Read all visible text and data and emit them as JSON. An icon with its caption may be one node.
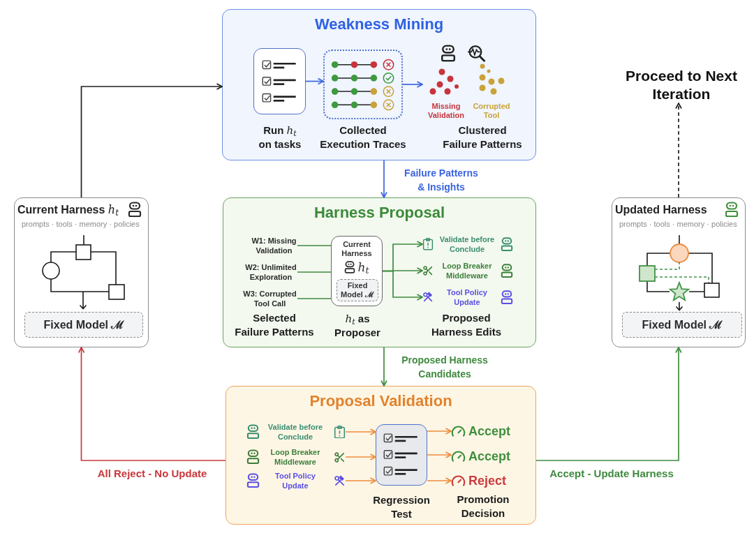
{
  "diagram": {
    "nodes": [
      {
        "text": [
          "Weakness Mining"
        ]
      },
      {
        "text": [],
        "shape": "box",
        "in": 0,
        "beside": [
          "Run *h*$_{t}$ on tasks"
        ]
      },
      {
        "text": [],
        "shape": "box",
        "in": 0,
        "beside": [
          "Collected Execution Traces"
        ]
      },
      {
        "text": [
          "Missing Validation",
          "Corrupted Tool"
        ],
        "in": 0,
        "beside": [
          "Clustered Failure Patterns"
        ]
      },
      {
        "text": [
          "Harness Proposal"
        ]
      },
      {
        "text": [
          "W1: Missing Validation"
        ],
        "in": 4
      },
      {
        "text": [
          "W2: Unlimited Exploration"
        ],
        "in": 4
      },
      {
        "text": [
          "W3: Corrupted Tool Call"
        ],
        "in": 4
      },
      {
        "text": [
          "Current Harness",
          "*h*$_{t}$"
        ],
        "in": 4,
        "beside": [
          "*h*$_{t}$ as Proposer"
        ]
      },
      {
        "text": [
          "Fixed Model ℳ"
        ],
        "in": 8
      },
      {
        "text": [
          "Validate before Conclude"
        ],
        "in": 4
      },
      {
        "text": [
          "Loop Breaker Middleware"
        ],
        "in": 4
      },
      {
        "text": [
          "Tool Policy Update"
        ],
        "in": 4
      },
      {
        "text": [
          "Proposal Validation"
        ]
      },
      {
        "text": [
          "Validate before Conclude"
        ],
        "in": 13
      },
      {
        "text": [
          "Loop Breaker Middleware"
        ],
        "in": 13
      },
      {
        "text": [
          "Tool Policy Update"
        ],
        "in": 13
      },
      {
        "text": [],
        "shape": "box",
        "in": 13,
        "beside": [
          "Regression Test"
        ]
      },
      {
        "text": [
          "Accept"
        ],
        "in": 13
      },
      {
        "text": [
          "Accept"
        ],
        "in": 13
      },
      {
        "text": [
          "Reject"
        ],
        "in": 13
      },
      {
        "text": [
          "Current Harness *h*$_{t}$",
          "prompts · tools · memory · policies"
        ]
      },
      {
        "text": [
          "Fixed Model ℳ"
        ],
        "in": 21
      },
      {
        "text": [
          "Updated Harness",
          "prompts · tools · memory · policies"
        ]
      },
      {
        "text": [
          "Fixed Model ℳ"
        ],
        "in": 23
      },
      {
        "text": [
          "Proceed to Next Iteration"
        ]
      }
    ],
    "edges": [
      {
        "from": 21,
        "to": 0,
        "arrow": "to",
        "color": "#1f1f1f"
      },
      {
        "from": 1,
        "to": 2,
        "arrow": "to",
        "color": "#3b64e0"
      },
      {
        "from": 2,
        "to": 3,
        "arrow": "to",
        "color": "#3b64e0"
      },
      {
        "from": 0,
        "to": 4,
        "arrow": "to",
        "label": "Failure Patterns & Insights",
        "color": "#3b64e0"
      },
      {
        "from": 5,
        "to": 8,
        "arrow": "none",
        "color": "#3f8a3f"
      },
      {
        "from": 6,
        "to": 8,
        "arrow": "none",
        "color": "#3f8a3f"
      },
      {
        "from": 7,
        "to": 8,
        "arrow": "none",
        "color": "#3f8a3f"
      },
      {
        "from": 8,
        "to": 10,
        "arrow": "to",
        "color": "#3f8a3f"
      },
      {
        "from": 8,
        "to": 11,
        "arrow": "to",
        "color": "#3f8a3f"
      },
      {
        "from": 8,
        "to": 12,
        "arrow": "to",
        "color": "#3f8a3f"
      },
      {
        "from": 4,
        "to": 13,
        "arrow": "to",
        "label": "Proposed Harness Candidates",
        "color": "#3f8a3f"
      },
      {
        "from": 14,
        "to": 17,
        "arrow": "to",
        "color": "#ee8b3a"
      },
      {
        "from": 15,
        "to": 17,
        "arrow": "to",
        "color": "#ee8b3a"
      },
      {
        "from": 16,
        "to": 17,
        "arrow": "to",
        "color": "#ee8b3a"
      },
      {
        "from": 17,
        "to": 18,
        "arrow": "to",
        "color": "#ee8b3a"
      },
      {
        "from": 17,
        "to": 19,
        "arrow": "to",
        "color": "#ee8b3a"
      },
      {
        "from": 17,
        "to": 20,
        "arrow": "to",
        "color": "#ee8b3a"
      },
      {
        "from": 13,
        "to": 21,
        "arrow": "to",
        "label": "All Reject - No Update",
        "color": "#c8383d"
      },
      {
        "from": 13,
        "to": 23,
        "arrow": "to",
        "label": "Accept - Update Harness",
        "color": "#3f8a3f"
      },
      {
        "from": 23,
        "to": 25,
        "arrow": "to",
        "style": "dashed",
        "color": "#1f1f1f"
      }
    ],
    "labels": [
      "Selected Failure Patterns",
      "Proposed Harness Edits",
      "Promotion Decision"
    ]
  }
}
